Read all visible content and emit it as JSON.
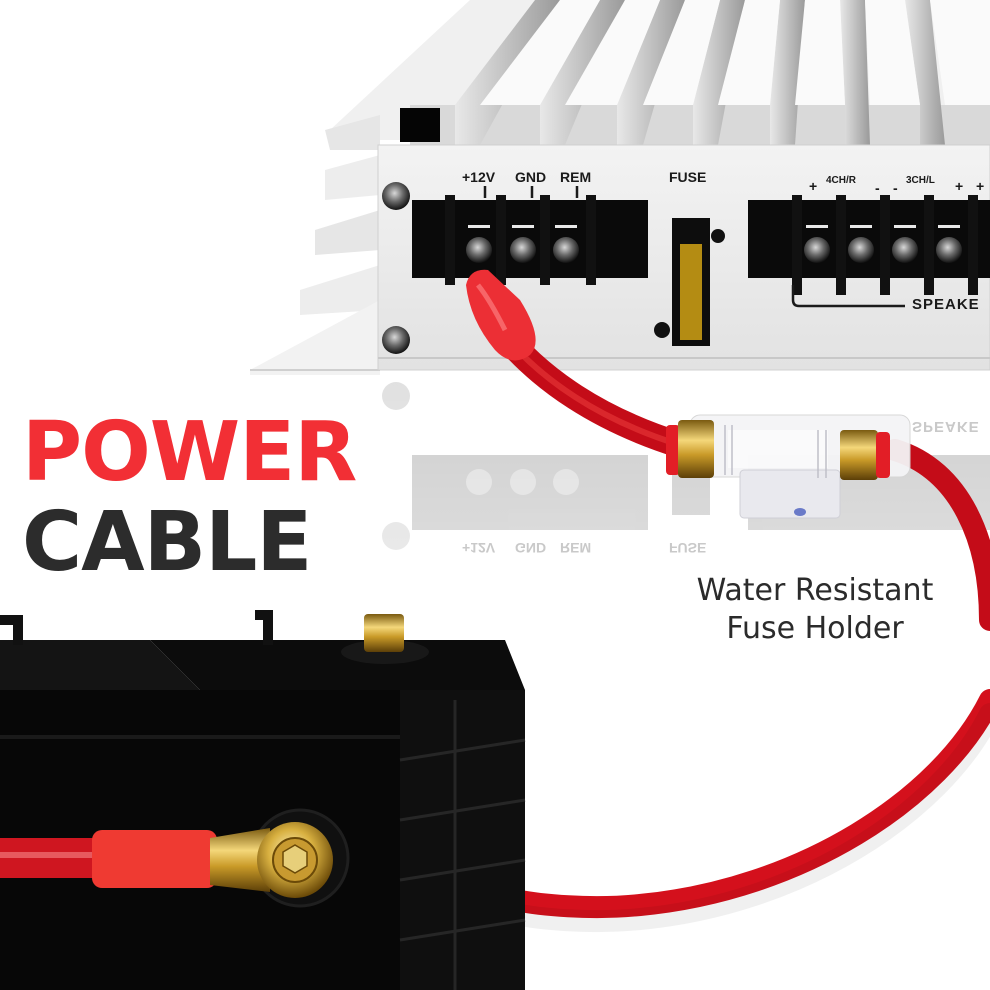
{
  "headline": {
    "line1": "POWER",
    "line2": "CABLE",
    "line1_color": "#f22f35",
    "line2_color": "#2c2c2c"
  },
  "callout": {
    "line1": "Water Resistant",
    "line2": "Fuse Holder"
  },
  "amplifier": {
    "power_terminal_labels": [
      "+12V",
      "GND",
      "REM"
    ],
    "fuse_label": "FUSE",
    "speaker_channel_labels": [
      "4CH/R",
      "3CH/L"
    ],
    "speaker_polarity_marks": [
      "+",
      "-",
      "-",
      "+",
      "+"
    ],
    "speaker_group_label": "SPEAKE"
  },
  "colors": {
    "cable_red": "#d4101c",
    "boot_red": "#f03a3a",
    "gold": "#c9a227",
    "battery_black": "#0b0b0b",
    "amp_white": "#ececec"
  }
}
